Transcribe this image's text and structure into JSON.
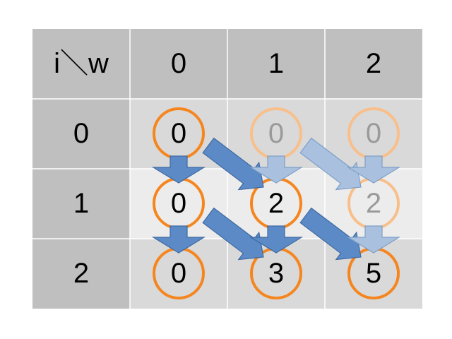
{
  "table": {
    "corner_label": "i＼w",
    "column_headers": [
      "0",
      "1",
      "2"
    ],
    "row_headers": [
      "0",
      "1",
      "2"
    ],
    "cells": [
      [
        "0",
        "0",
        "0"
      ],
      [
        "0",
        "2",
        "2"
      ],
      [
        "0",
        "3",
        "5"
      ]
    ],
    "cell_emphasis": [
      [
        "strong",
        "faded",
        "faded"
      ],
      [
        "strong",
        "strong",
        "faded"
      ],
      [
        "strong",
        "strong",
        "strong"
      ]
    ]
  },
  "colors": {
    "header_bg": "#bfbfbf",
    "row_dark_bg": "#d9d9d9",
    "row_light_bg": "#ececec",
    "grid_line": "#ffffff",
    "circle_strong": "#f5861f",
    "circle_faded": "#f9bf8a",
    "text_strong": "#000000",
    "text_faded": "#9a9a9a",
    "arrow_strong_fill": "#5b8ac6",
    "arrow_strong_stroke": "#3f6aa2",
    "arrow_faded_fill": "#a9c1df",
    "arrow_faded_stroke": "#7e9fc7"
  },
  "arrows": [
    {
      "type": "down",
      "from": [
        0,
        0
      ],
      "to": [
        1,
        0
      ],
      "emphasis": "strong"
    },
    {
      "type": "diag",
      "from": [
        0,
        0
      ],
      "to": [
        1,
        1
      ],
      "emphasis": "strong"
    },
    {
      "type": "down",
      "from": [
        0,
        1
      ],
      "to": [
        1,
        1
      ],
      "emphasis": "faded"
    },
    {
      "type": "diag",
      "from": [
        0,
        1
      ],
      "to": [
        1,
        2
      ],
      "emphasis": "faded"
    },
    {
      "type": "down",
      "from": [
        0,
        2
      ],
      "to": [
        1,
        2
      ],
      "emphasis": "faded"
    },
    {
      "type": "down",
      "from": [
        1,
        0
      ],
      "to": [
        2,
        0
      ],
      "emphasis": "strong"
    },
    {
      "type": "diag",
      "from": [
        1,
        0
      ],
      "to": [
        2,
        1
      ],
      "emphasis": "strong"
    },
    {
      "type": "down",
      "from": [
        1,
        1
      ],
      "to": [
        2,
        1
      ],
      "emphasis": "strong"
    },
    {
      "type": "diag",
      "from": [
        1,
        1
      ],
      "to": [
        2,
        2
      ],
      "emphasis": "strong"
    },
    {
      "type": "down",
      "from": [
        1,
        2
      ],
      "to": [
        2,
        2
      ],
      "emphasis": "faded"
    }
  ]
}
